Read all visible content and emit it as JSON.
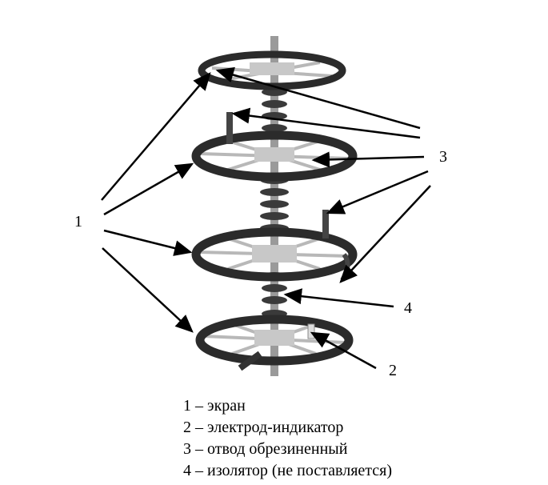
{
  "callouts": {
    "screen": "1",
    "electrode": "2",
    "lead": "3",
    "insulator": "4"
  },
  "legend": [
    "1 – экран",
    "2 – электрод-индикатор",
    "3 – отвод обрезиненный",
    "4 – изолятор (не поставляется)"
  ],
  "colors": {
    "ring": "#2b2b2b",
    "metal": "#b8b8b8",
    "disc": "#3a3a3a",
    "line": "#000000"
  }
}
